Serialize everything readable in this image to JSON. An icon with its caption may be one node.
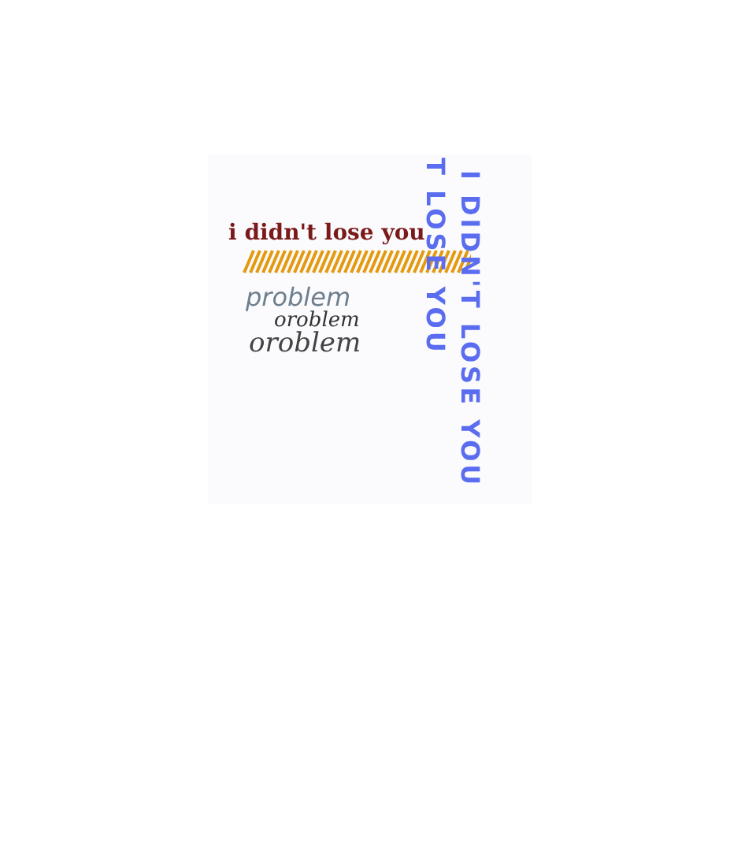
{
  "diagram": {
    "labels": [
      "i didn't lose you",
      "problem",
      "oroblem",
      "oroblem",
      "I DIDN'T LOSE YOU",
      "T LOSE YOU"
    ]
  }
}
